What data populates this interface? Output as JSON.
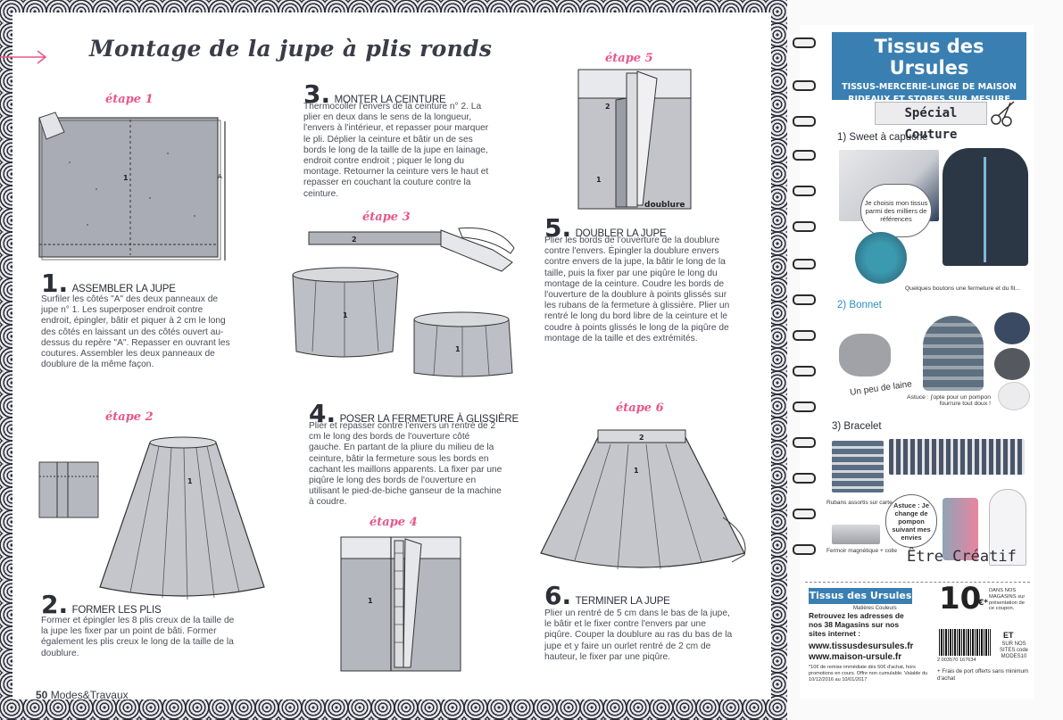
{
  "page": {
    "title": "Montage de la jupe à plis ronds",
    "folio_number": "50",
    "folio_text": "Modes&Travaux"
  },
  "steps": [
    {
      "label": "étape 1",
      "num": "1.",
      "head": "ASSEMBLER LA JUPE",
      "body": "Surfiler les côtés \"A\" des deux panneaux de jupe n° 1. Les superposer endroit contre endroit, épingler, bâtir et piquer à 2 cm le long des côtés en laissant un des côtés ouvert au-dessus du repère \"A\". Repasser en ouvrant les coutures. Assembler les deux panneaux de doublure de la même façon."
    },
    {
      "label": "étape 2",
      "num": "2.",
      "head": "FORMER LES PLIS",
      "body": "Former et épingler les 8 plis creux de la taille de la jupe les fixer par un point de bâti. Former également les plis creux le long de la taille de la doublure."
    },
    {
      "label": "étape 3",
      "num": "3.",
      "head": "MONTER LA CEINTURE",
      "body": "Thermocoller l'envers de la ceinture n° 2. La plier en deux dans le sens de la longueur, l'envers à l'intérieur, et repasser pour marquer le pli. Déplier la ceinture et bâtir un de ses bords le long de la taille de la jupe en lainage, endroit contre endroit ; piquer le long du montage. Retourner la ceinture vers le haut et repasser en couchant la couture contre la ceinture."
    },
    {
      "label": "étape 4",
      "num": "4.",
      "head": "POSER LA FERMETURE À GLISSIÈRE",
      "body": "Plier et repasser contre l'envers un rentré de 2 cm le long des bords de l'ouverture côté gauche. En partant de la pliure du milieu de la ceinture, bâtir la fermeture sous les bords en cachant les maillons apparents. La fixer par une piqûre le long des bords de l'ouverture en utilisant le pied-de-biche ganseur de la machine à coudre."
    },
    {
      "label": "étape 5",
      "num": "5.",
      "head": "DOUBLER LA JUPE",
      "body": "Plier les bords de l'ouverture de la doublure contre l'envers. Épingler la doublure envers contre envers de la jupe, la bâtir le long de la taille, puis la fixer par une piqûre le long du montage de la ceinture. Coudre les bords de l'ouverture de la doublure à points glissés sur les rubans de la fermeture à glissière. Plier un rentré le long du bord libre de la ceinture et le coudre à points glissés le long de la piqûre de montage de la taille et des extrémités."
    },
    {
      "label": "étape 6",
      "num": "6.",
      "head": "TERMINER LA JUPE",
      "body": "Plier un rentré de 5 cm dans le bas de la jupe, le bâtir et le fixer contre l'envers par une piqûre. Couper la doublure au ras du bas de la jupe et y faire un ourlet rentré de 2 cm de hauteur, le fixer par une piqûre."
    }
  ],
  "figure_labels": {
    "doublure": "doublure",
    "n1": "1",
    "n2": "2",
    "A": "A"
  },
  "ad": {
    "brand": "Tissus des Ursules",
    "tagline1": "TISSUS-MERCERIE-LINGE DE MAISON",
    "tagline2": "RIDEAUX ET STORES SUR MESURE",
    "special": "Spécial Couture",
    "sec1": "1) Sweet à capuche",
    "bubble": "Je choisis mon tissus parmi des milliers de références",
    "buttons_note": "Quelques boutons une fermeture et du fil...",
    "sec2": "2) Bonnet",
    "wool": "Un peu de laine",
    "pompon_tip": "Astuce : j'opte pour un pompon fourrure tout doux !",
    "sec3": "3) Bracelet",
    "rubans": "Rubans assortis sur carte",
    "astuce2": "Astuce : Je change de pompon suivant mes envies",
    "fermoir": "Fermoir magnétique + colle",
    "etre": "Être Créatif",
    "brand2": "Tissus des Ursules",
    "brand2_sub": "Matières Couleurs",
    "retrouvez": "Retrouvez les adresses de nos 38 Magasins sur nos sites internet :",
    "site1": "www.tissusdesursules.fr",
    "site2": "www.maison-ursule.fr",
    "fine_print": "*10€ de remise immédiate dès 50€ d'achat, hors promotions en cours. Offre non cumulable. Valable du 10/12/2016 au 10/01/2017",
    "price": "10",
    "price_unit": "€*",
    "price_note": "DANS NOS MAGASINS sur présentation de ce coupon.",
    "et": "ET",
    "online": "SUR NOS SITES code MODES10",
    "barcode_num": "2 003570 167634",
    "frais": "+ Frais de port offerts sans minimum d'achat"
  }
}
